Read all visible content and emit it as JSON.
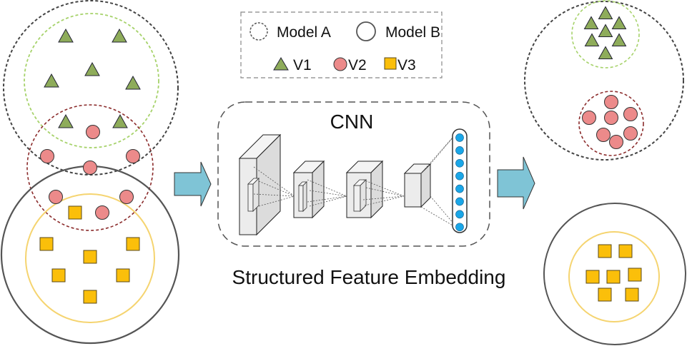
{
  "legend": {
    "model_a": "Model A",
    "model_b": "Model B",
    "v1": "V1",
    "v2": "V2",
    "v3": "V3"
  },
  "cnn_label": "CNN",
  "caption": "Structured Feature Embedding",
  "colors": {
    "v1": "#8eac5a",
    "v2": "#ec8a8a",
    "v3": "#fbbf0a",
    "arrow": "#7fc4d6",
    "neuron": "#1aa7e8",
    "model_a_stroke": "#444444",
    "model_b_stroke": "#555555",
    "v1_cluster": "#a6d26a",
    "v2_cluster": "#8b2b2b",
    "v3_cluster": "#f5d470"
  },
  "before": {
    "v1_count": 7,
    "v2_count": 7,
    "v3_count": 7
  },
  "after": {
    "v1_count": 7,
    "v2_count": 7,
    "v3_count": 7
  },
  "network": {
    "layers": [
      "conv1",
      "conv2",
      "conv3",
      "fc",
      "output"
    ],
    "output_neurons": 8
  }
}
